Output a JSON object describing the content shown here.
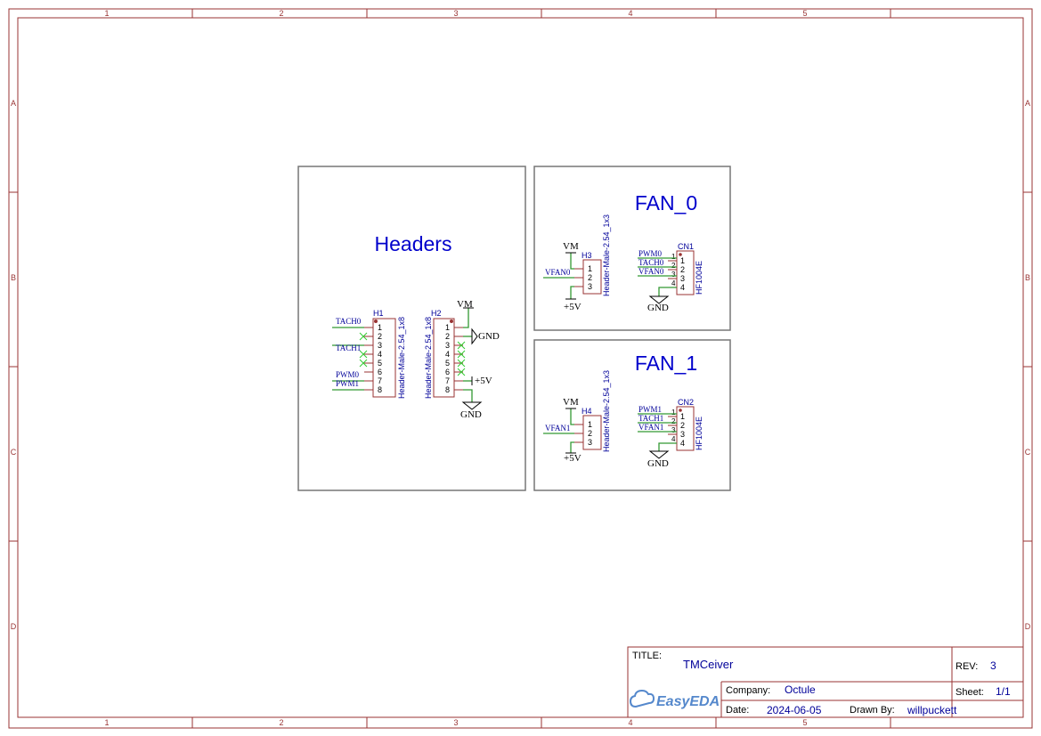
{
  "frame": {
    "columns": [
      "1",
      "2",
      "3",
      "4",
      "5"
    ],
    "rows": [
      "A",
      "B",
      "C",
      "D"
    ]
  },
  "blocks": {
    "headers": {
      "title": "Headers",
      "h1": {
        "designator": "H1",
        "value": "Header-Male-2.54_1x8",
        "pins": [
          "1",
          "2",
          "3",
          "4",
          "5",
          "6",
          "7",
          "8"
        ],
        "nets": [
          "TACH0",
          "TACH1",
          "PWM0",
          "PWM1"
        ]
      },
      "h2": {
        "designator": "H2",
        "value": "Header-Male-2.54_1x8",
        "pins": [
          "1",
          "2",
          "3",
          "4",
          "5",
          "6",
          "7",
          "8"
        ],
        "nets": [
          "VM",
          "GND",
          "+5V",
          "GND"
        ]
      }
    },
    "fan0": {
      "title": "FAN_0",
      "h3": {
        "designator": "H3",
        "value": "Header-Male-2.54_1x3",
        "pins": [
          "1",
          "2",
          "3"
        ],
        "nets": [
          "VM",
          "VFAN0",
          "+5V"
        ]
      },
      "cn1": {
        "designator": "CN1",
        "value": "HF1004E",
        "pins": [
          "1",
          "2",
          "3",
          "4"
        ],
        "outer_pins": [
          "1",
          "2",
          "3",
          "4"
        ],
        "nets": [
          "PWM0",
          "TACH0",
          "VFAN0",
          "GND"
        ]
      }
    },
    "fan1": {
      "title": "FAN_1",
      "h4": {
        "designator": "H4",
        "value": "Header-Male-2.54_1x3",
        "pins": [
          "1",
          "2",
          "3"
        ],
        "nets": [
          "VM",
          "VFAN1",
          "+5V"
        ]
      },
      "cn2": {
        "designator": "CN2",
        "value": "HF1004E",
        "pins": [
          "1",
          "2",
          "3",
          "4"
        ],
        "outer_pins": [
          "1",
          "2",
          "3",
          "4"
        ],
        "nets": [
          "PWM1",
          "TACH1",
          "VFAN1",
          "GND"
        ]
      }
    }
  },
  "title_block": {
    "title_label": "TITLE:",
    "title": "TMCeiver",
    "rev_label": "REV:",
    "rev": "3",
    "logo_text": "EasyEDA",
    "company_label": "Company:",
    "company": "Octule",
    "sheet_label": "Sheet:",
    "sheet": "1/1",
    "date_label": "Date:",
    "date": "2024-06-05",
    "drawn_by_label": "Drawn By:",
    "drawn_by": "willpuckett"
  },
  "colors": {
    "frame": "#993333",
    "component": "#993333",
    "wire": "#339933",
    "net_label": "#000099",
    "block_border": "#777777",
    "block_title": "#0000cc",
    "no_connect": "#33cc33",
    "power": "#000000",
    "logo": "#5588cc"
  }
}
